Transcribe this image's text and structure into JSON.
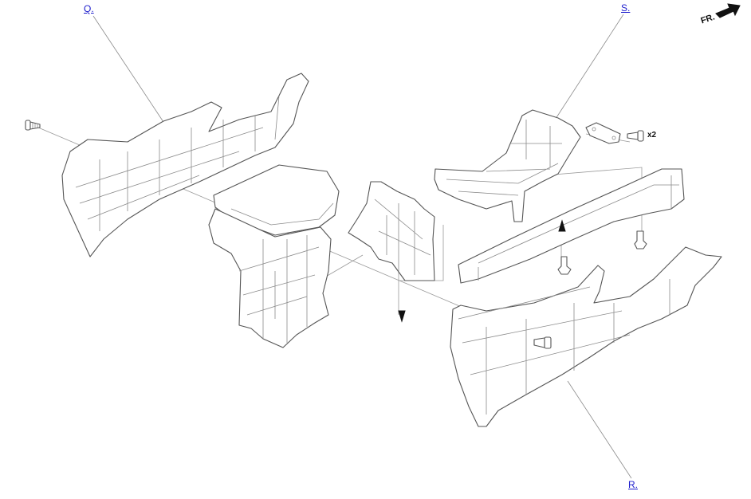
{
  "callouts": {
    "q": "Q.",
    "s": "S.",
    "r": "R."
  },
  "orientation": {
    "front_label": "FR.",
    "arrow_icon": "front-direction-arrow"
  },
  "fasteners": {
    "quantity_label": "x2"
  },
  "colors": {
    "callout_link": "#1a1acc",
    "line_art": "#555555"
  }
}
